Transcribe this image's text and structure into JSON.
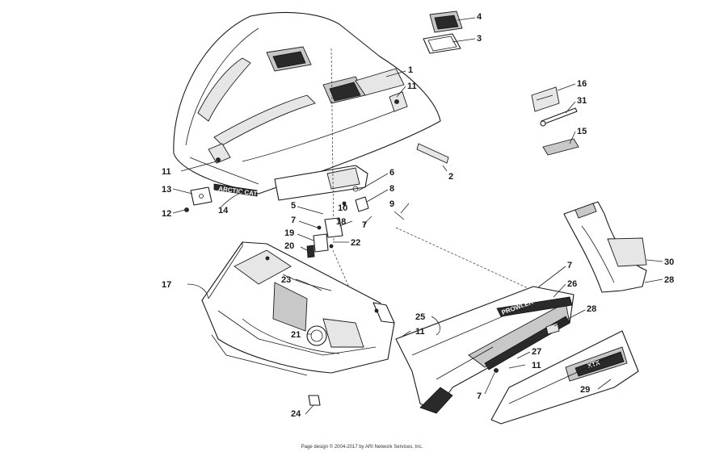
{
  "callouts": {
    "c1": "1",
    "c2": "2",
    "c3": "3",
    "c4": "4",
    "c5": "5",
    "c6": "6",
    "c7a": "7",
    "c7b": "7",
    "c7c": "7",
    "c7d": "7",
    "c8": "8",
    "c9": "9",
    "c10": "10",
    "c11a": "11",
    "c11b": "11",
    "c11c": "11",
    "c11d": "11",
    "c12": "12",
    "c13": "13",
    "c14": "14",
    "c15": "15",
    "c16": "16",
    "c17": "17",
    "c18": "18",
    "c19": "19",
    "c20": "20",
    "c21": "21",
    "c22": "22",
    "c23": "23",
    "c24": "24",
    "c25": "25",
    "c26": "26",
    "c27": "27",
    "c28a": "28",
    "c28b": "28",
    "c29": "29",
    "c30": "30",
    "c31": "31"
  },
  "decals": {
    "hood_brand": "ARCTIC CAT",
    "side_brand": "PROWLER",
    "lower_brand": "XTX"
  },
  "footer": "Page design © 2004-2017 by ARI Network Services, Inc."
}
